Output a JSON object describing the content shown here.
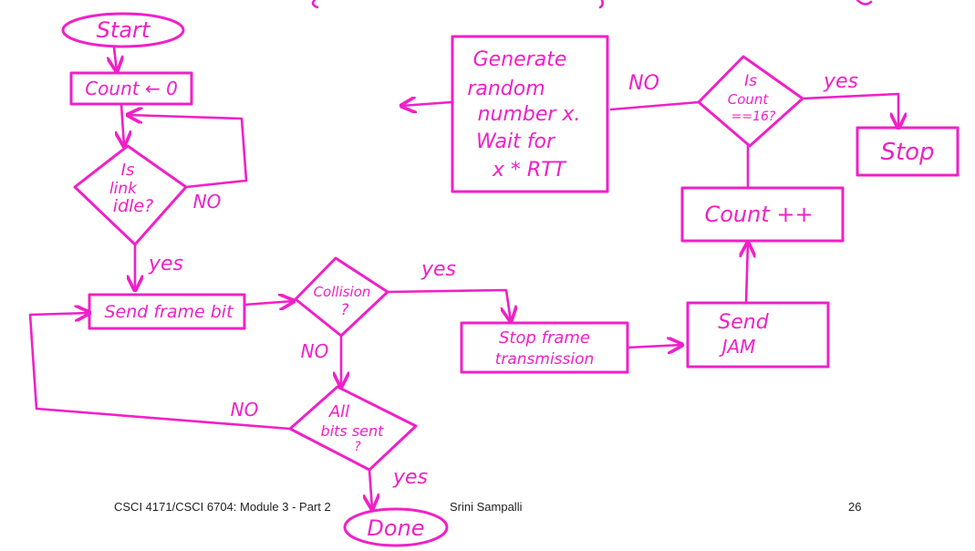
{
  "diagram": {
    "nodes": {
      "start": "Start",
      "count_init": "Count ← 0",
      "link_idle": [
        "Is",
        "link",
        "idle?"
      ],
      "send_frame": "Send frame bit",
      "collision": [
        "Collision",
        "?"
      ],
      "all_bits_sent": [
        "All",
        "bits sent",
        "?"
      ],
      "done": "Done",
      "stop_frame": [
        "Stop frame",
        "transmission"
      ],
      "send_jam": [
        "Send",
        "JAM"
      ],
      "count_inc": "Count ++",
      "count_check": [
        "Is",
        "Count",
        "==16?"
      ],
      "stop": "Stop",
      "generate": [
        "Generate",
        "random",
        "number x.",
        "Wait for",
        "x * RTT"
      ]
    },
    "edge_labels": {
      "idle_no": "NO",
      "idle_yes": "yes",
      "collision_yes": "yes",
      "collision_no": "NO",
      "allbits_no": "NO",
      "allbits_yes": "yes",
      "count_no": "NO",
      "count_yes": "yes"
    },
    "color": "#f020c8"
  },
  "footer": {
    "course": "CSCI 4171/CSCI 6704: Module 3 - Part 2",
    "author": "Srini Sampalli",
    "page": "26"
  }
}
